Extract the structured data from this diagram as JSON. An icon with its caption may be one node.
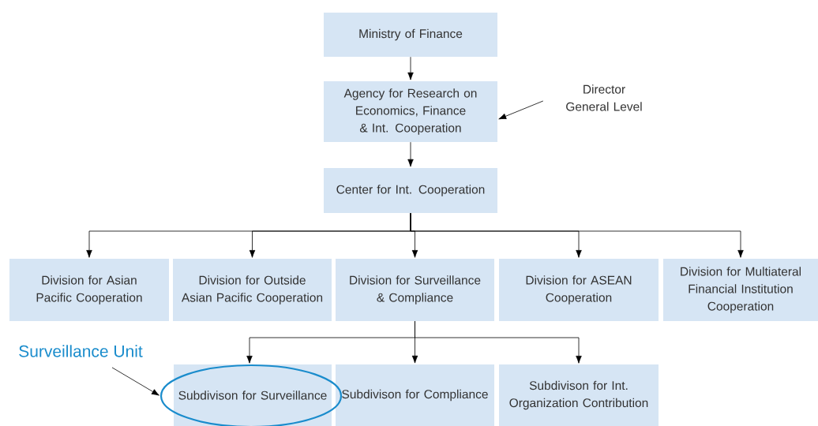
{
  "diagram": {
    "nodes": [
      {
        "text": [
          "Ministry of Finance"
        ]
      },
      {
        "text": [
          "Agency for Research on Economics, Finance & Int. Cooperation"
        ]
      },
      {
        "text": [
          "Director General Level"
        ]
      },
      {
        "text": [
          "Center for Int. Cooperation"
        ]
      },
      {
        "text": [
          "Division for Asian Pacific Cooperation"
        ]
      },
      {
        "text": [
          "Division for Outside Asian Pacific Cooperation"
        ]
      },
      {
        "text": [
          "Division for Surveillance & Compliance"
        ]
      },
      {
        "text": [
          "Division for ASEAN Cooperation"
        ]
      },
      {
        "text": [
          "Division for Multiateral Financial Institution Cooperation"
        ]
      },
      {
        "text": [
          "Surveillance Unit"
        ]
      },
      {
        "text": [],
        "shape": "ellipse"
      },
      {
        "text": [
          "Subdivison for Surveillance"
        ]
      },
      {
        "text": [
          "Subdivison for Compliance"
        ]
      },
      {
        "text": [
          "Subdivison for Int. Organization Contribution"
        ]
      }
    ],
    "edges": [
      {
        "from": 0,
        "to": 1,
        "arrow": "to"
      },
      {
        "from": 2,
        "to": 1,
        "arrow": "to"
      },
      {
        "from": 1,
        "to": 3,
        "arrow": "to"
      },
      {
        "from": 3,
        "to": 4,
        "arrow": "to"
      },
      {
        "from": 3,
        "to": 5,
        "arrow": "to"
      },
      {
        "from": 3,
        "to": 6,
        "arrow": "to"
      },
      {
        "from": 3,
        "to": 7,
        "arrow": "to"
      },
      {
        "from": 3,
        "to": 8,
        "arrow": "to"
      },
      {
        "from": 6,
        "to": 11,
        "arrow": "to"
      },
      {
        "from": 6,
        "to": 12,
        "arrow": "to"
      },
      {
        "from": 6,
        "to": 13,
        "arrow": "to"
      },
      {
        "from": 9,
        "to": 10,
        "arrow": "to"
      }
    ]
  }
}
